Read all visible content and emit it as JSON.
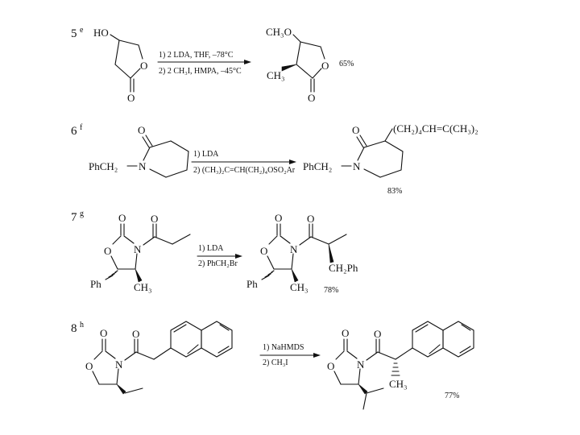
{
  "reactions": [
    {
      "number": "5",
      "footnote": "e",
      "conditions": [
        "1) 2 LDA, THF, –78°C",
        "2) 2 CH₃I, HMPA, –45°C"
      ],
      "yield": "65%",
      "sm_labels": {
        "ho": "HO",
        "o_ring": "O",
        "o_carbonyl": "O"
      },
      "pr_labels": {
        "ch3o": "CH₃O",
        "ch3": "CH₃",
        "o_ring": "O",
        "o_carbonyl": "O"
      }
    },
    {
      "number": "6",
      "footnote": "f",
      "conditions": [
        "1) LDA",
        "2) (CH₃)₂C=CH(CH₂)₄OSO₂Ar"
      ],
      "yield": "83%",
      "sm_labels": {
        "o": "O",
        "phch2": "PhCH₂",
        "n": "N"
      },
      "pr_labels": {
        "o": "O",
        "phch2": "PhCH₂",
        "n": "N",
        "chain": "(CH₂)₄CH=C(CH₃)₂"
      }
    },
    {
      "number": "7",
      "footnote": "g",
      "conditions": [
        "1) LDA",
        "2) PhCH₂Br"
      ],
      "yield": "78%",
      "sm_labels": {
        "o_top": "O",
        "o_ring": "O",
        "n": "N",
        "o_acyl": "O",
        "ph": "Ph",
        "ch3": "CH₃"
      },
      "pr_labels": {
        "o_top": "O",
        "o_ring": "O",
        "n": "N",
        "o_acyl": "O",
        "ph": "Ph",
        "ch3": "CH₃",
        "ch2ph": "CH₂Ph"
      }
    },
    {
      "number": "8",
      "footnote": "h",
      "conditions": [
        "1) NaHMDS",
        "2) CH₃I"
      ],
      "yield": "77%",
      "sm_labels": {
        "o_top": "O",
        "o_ring": "O",
        "n": "N",
        "o_acyl": "O"
      },
      "pr_labels": {
        "o_top": "O",
        "o_ring": "O",
        "n": "N",
        "o_acyl": "O",
        "ch3": "CH₃"
      }
    }
  ]
}
